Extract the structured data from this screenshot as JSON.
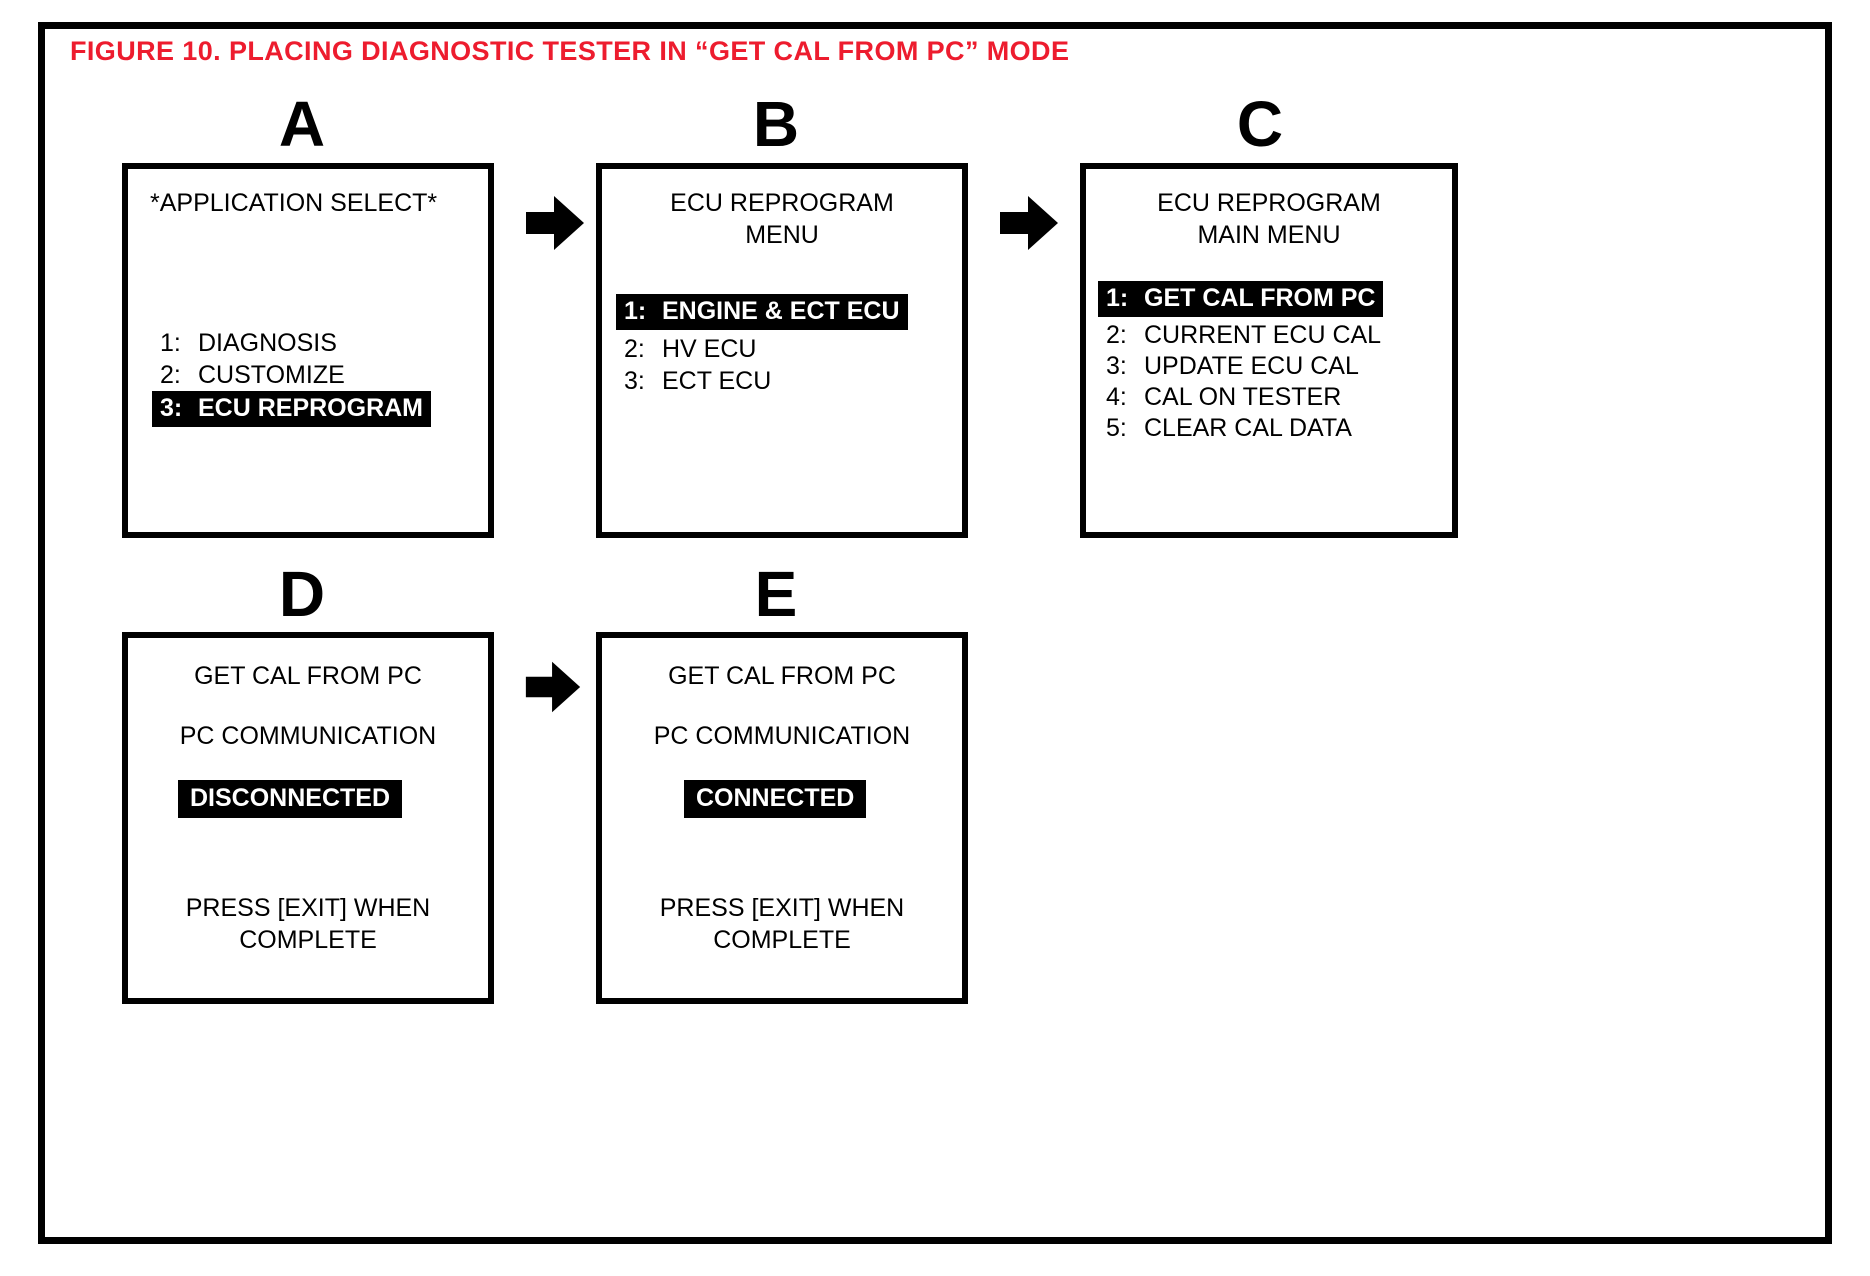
{
  "figure": {
    "title": "FIGURE 10.  PLACING DIAGNOSTIC TESTER IN “GET CAL FROM PC” MODE",
    "title_color": "#ed1c2e",
    "frame_color": "#000000",
    "background": "#ffffff"
  },
  "panels": [
    {
      "letter": "A",
      "header_lines": [
        "*APPLICATION SELECT*"
      ],
      "menu": [
        {
          "num": "1:",
          "label": "DIAGNOSIS",
          "selected": false
        },
        {
          "num": "2:",
          "label": "CUSTOMIZE",
          "selected": false
        },
        {
          "num": "3:",
          "label": "ECU REPROGRAM",
          "selected": true
        }
      ]
    },
    {
      "letter": "B",
      "header_lines": [
        "ECU REPROGRAM",
        "MENU"
      ],
      "menu": [
        {
          "num": "1:",
          "label": "ENGINE & ECT ECU",
          "selected": true
        },
        {
          "num": "2:",
          "label": "HV ECU",
          "selected": false
        },
        {
          "num": "3:",
          "label": "ECT ECU",
          "selected": false
        }
      ]
    },
    {
      "letter": "C",
      "header_lines": [
        "ECU REPROGRAM",
        "MAIN MENU"
      ],
      "menu": [
        {
          "num": "1:",
          "label": "GET CAL FROM PC",
          "selected": true
        },
        {
          "num": "2:",
          "label": "CURRENT ECU CAL",
          "selected": false
        },
        {
          "num": "3:",
          "label": "UPDATE ECU CAL",
          "selected": false
        },
        {
          "num": "4:",
          "label": "CAL ON TESTER",
          "selected": false
        },
        {
          "num": "5:",
          "label": "CLEAR CAL DATA",
          "selected": false
        }
      ]
    },
    {
      "letter": "D",
      "title_line": "GET CAL FROM PC",
      "subject_line": "PC COMMUNICATION",
      "status_badge": "DISCONNECTED",
      "footer_lines": [
        "PRESS [EXIT] WHEN",
        "COMPLETE"
      ]
    },
    {
      "letter": "E",
      "title_line": "GET CAL FROM PC",
      "subject_line": "PC COMMUNICATION",
      "status_badge": "CONNECTED",
      "footer_lines": [
        "PRESS [EXIT] WHEN",
        "COMPLETE"
      ]
    }
  ],
  "arrows": [
    {
      "name": "arrow-a-to-b"
    },
    {
      "name": "arrow-b-to-c"
    },
    {
      "name": "arrow-c-to-next"
    },
    {
      "name": "arrow-d-to-e"
    }
  ]
}
